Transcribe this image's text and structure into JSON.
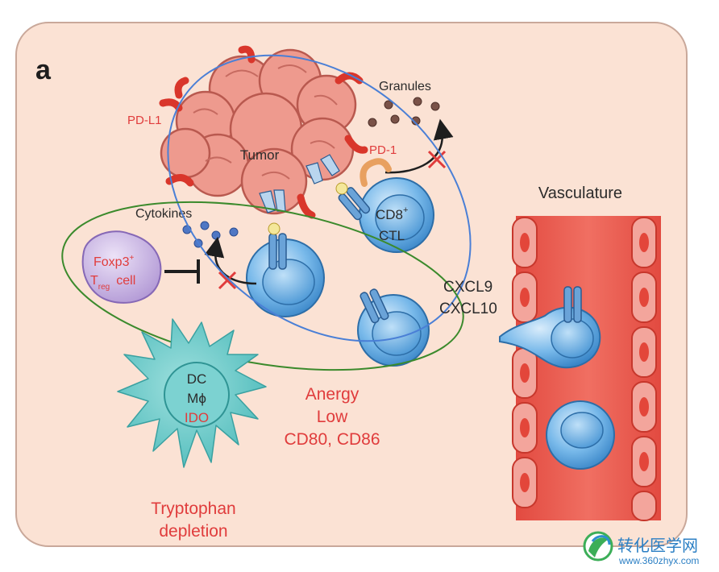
{
  "panel_letter": "a",
  "tumor": {
    "label": "Tumor"
  },
  "labels": {
    "pd_l1": "PD-L1",
    "granules": "Granules",
    "pd_1": "PD-1",
    "cytokines": "Cytokines",
    "cd8_line1": "CD8",
    "cd8_sup": "+",
    "cd8_line2": "CTL",
    "foxp3": "Foxp3",
    "foxp3_sup": "+",
    "treg_t": "T",
    "treg_sub": "reg",
    "treg_cell": "cell",
    "vasculature": "Vasculature",
    "cxcl9": "CXCL9",
    "cxcl10": "CXCL10",
    "dc": "DC",
    "mphi": "Mϕ",
    "ido": "IDO",
    "anergy": "Anergy",
    "low": "Low",
    "cd80_cd86": "CD80, CD86",
    "tryptophan": "Tryptophan",
    "depletion": "depletion"
  },
  "watermark": {
    "title": "转化医学网",
    "url": "www.360zhyx.com"
  },
  "colors": {
    "background": "#fbe2d4",
    "background_border": "#c9a89a",
    "tumor": "#ee9a8e",
    "tumor_outline": "#b9594f",
    "pdl1": "#d9362b",
    "pd1": "#e8a060",
    "tcell": "#5aa7e0",
    "tcell_outline": "#2d6ea8",
    "treg": "#c9b6e4",
    "dc": "#5ec4c4",
    "vessel": "#e8453b",
    "blue_ellipse": "#4a7fd6",
    "green_ellipse": "#3b8a2c",
    "text_red": "#e03c3c",
    "text_dark": "#2b2b2b"
  }
}
